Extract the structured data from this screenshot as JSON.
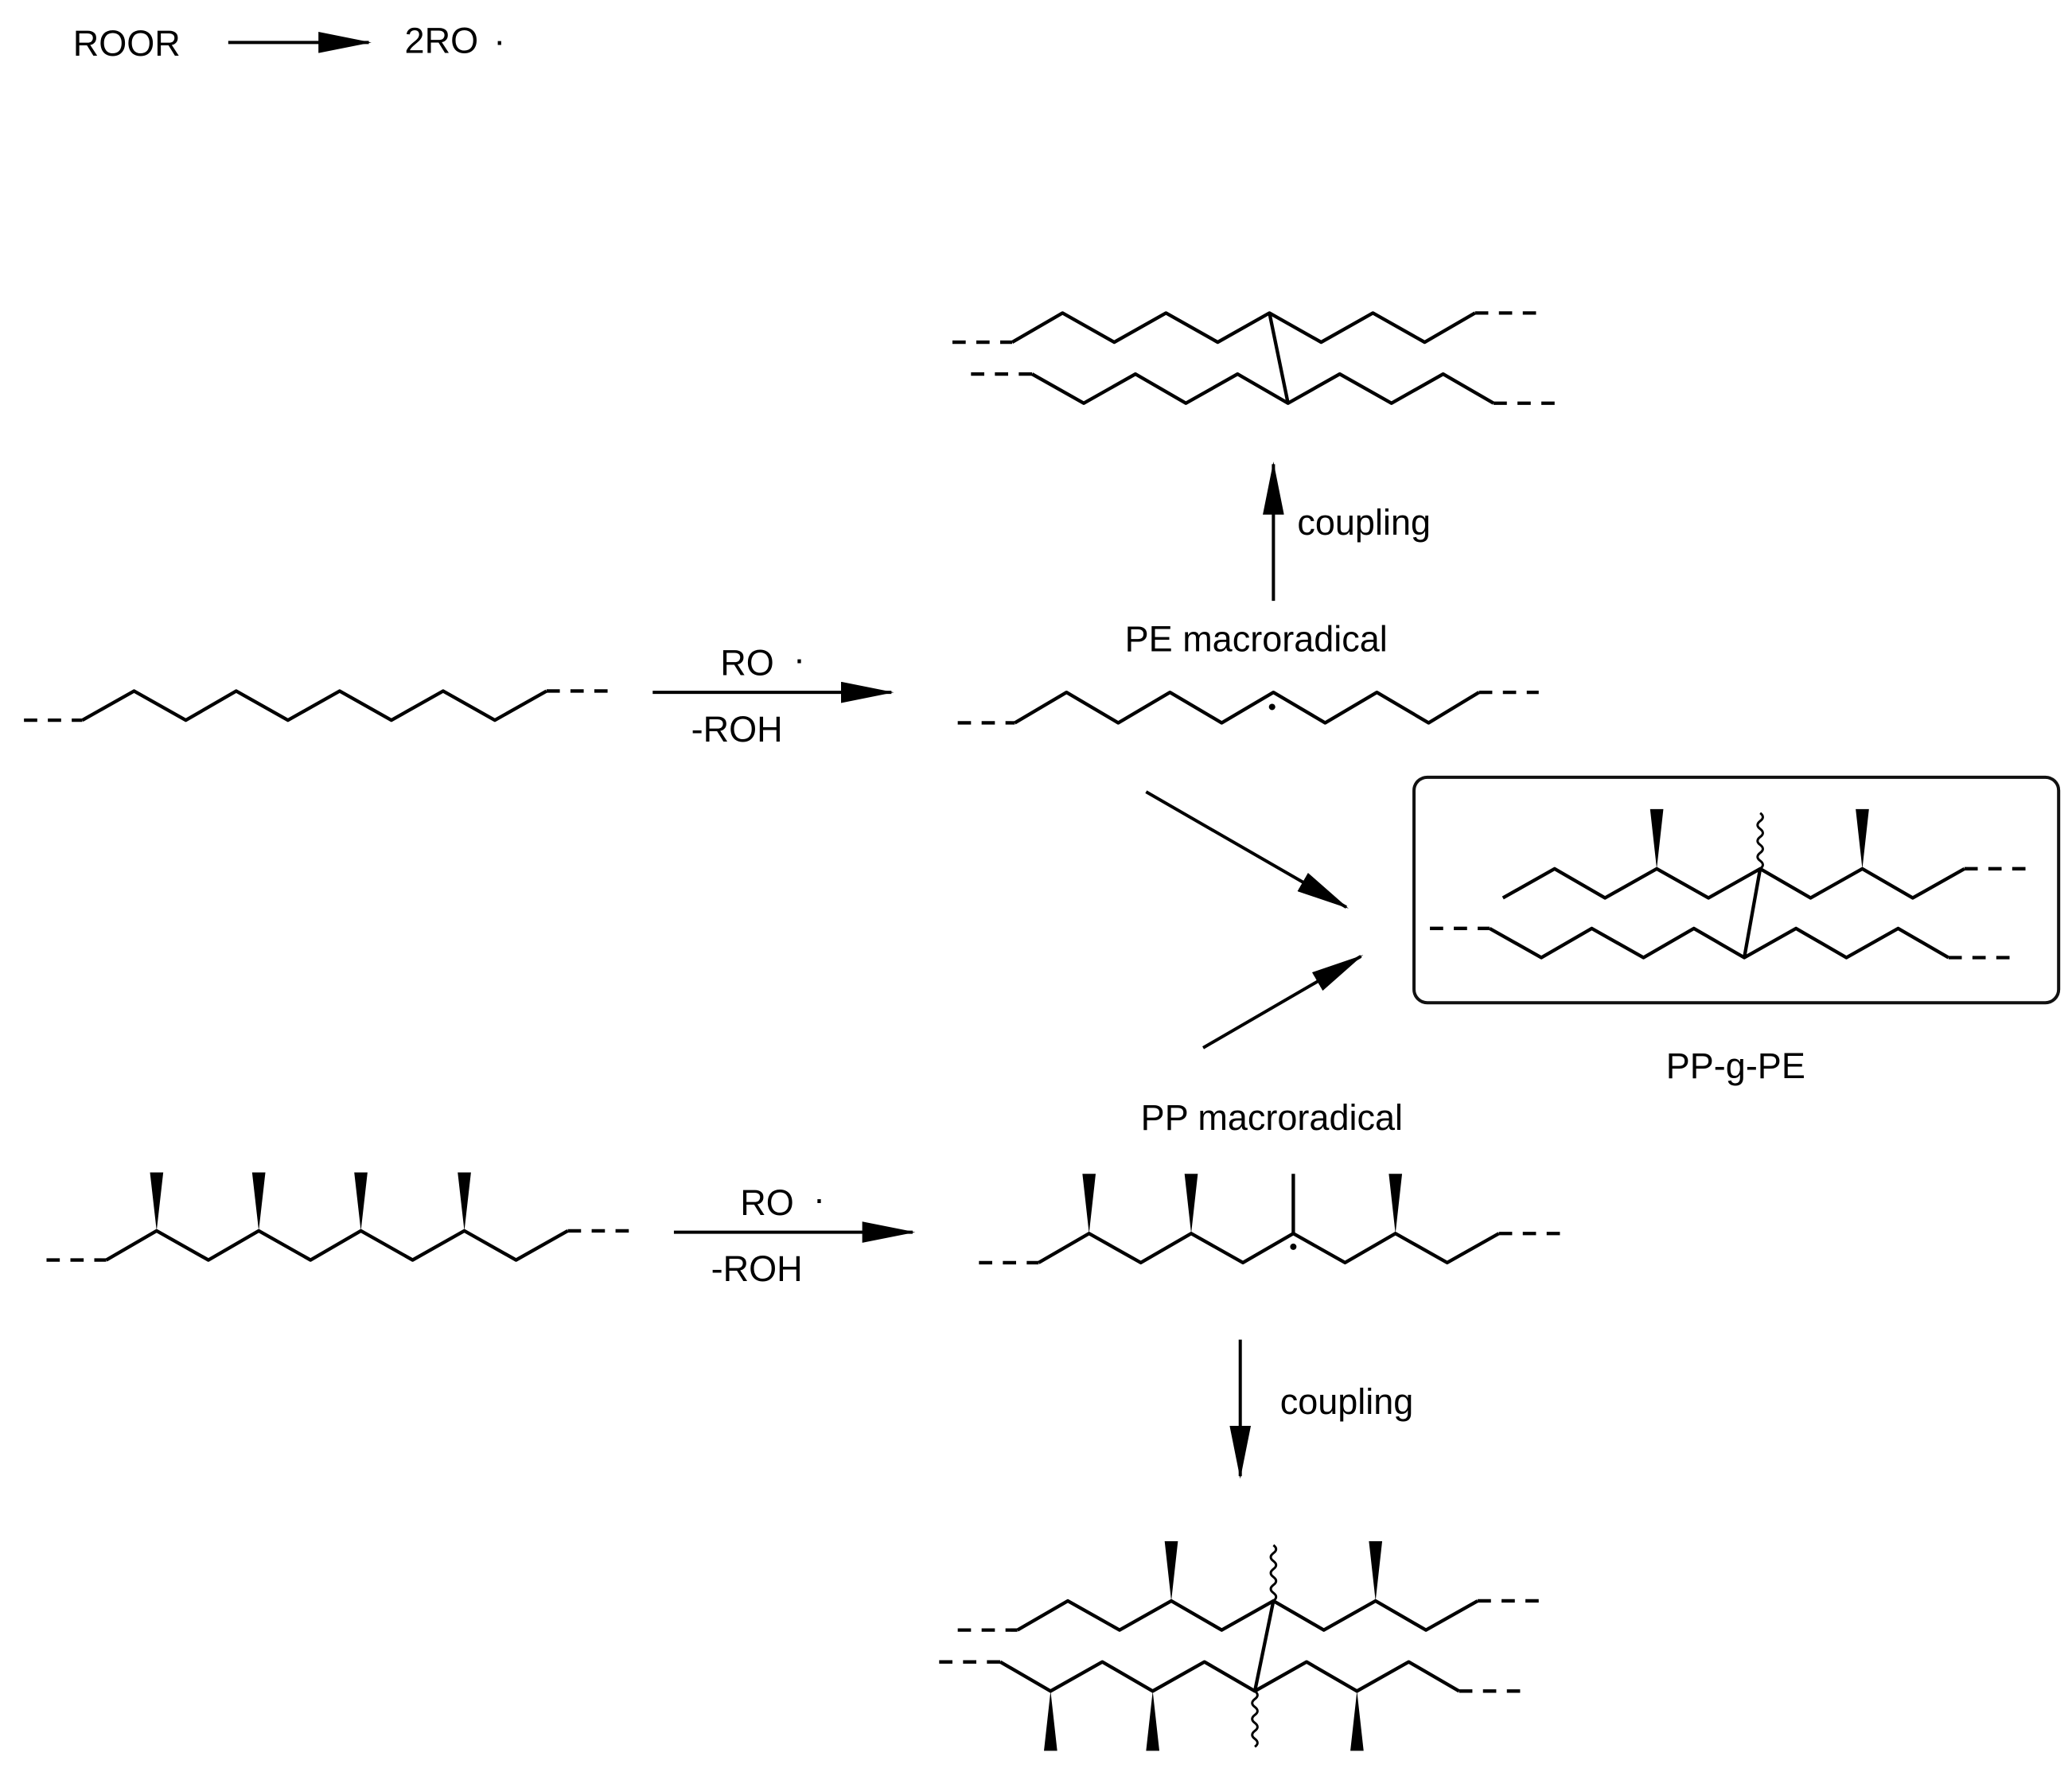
{
  "colors": {
    "ink": "#000000",
    "background": "#ffffff",
    "frame": "#111111"
  },
  "initiation": {
    "reactant": "ROOR",
    "product": "2RO",
    "radical_dot": "·"
  },
  "pe_abstraction": {
    "reagent": "RO",
    "radical_dot": "·",
    "byproduct": "-ROH"
  },
  "pp_abstraction": {
    "reagent": "RO",
    "radical_dot": "·",
    "byproduct": "-ROH"
  },
  "pe_macroradical": {
    "label": "PE macroradical"
  },
  "pp_macroradical": {
    "label": "PP macroradical"
  },
  "pe_coupling": {
    "label": "coupling"
  },
  "pp_coupling": {
    "label": "coupling"
  },
  "graft_product": {
    "label": "PP-g-PE"
  }
}
